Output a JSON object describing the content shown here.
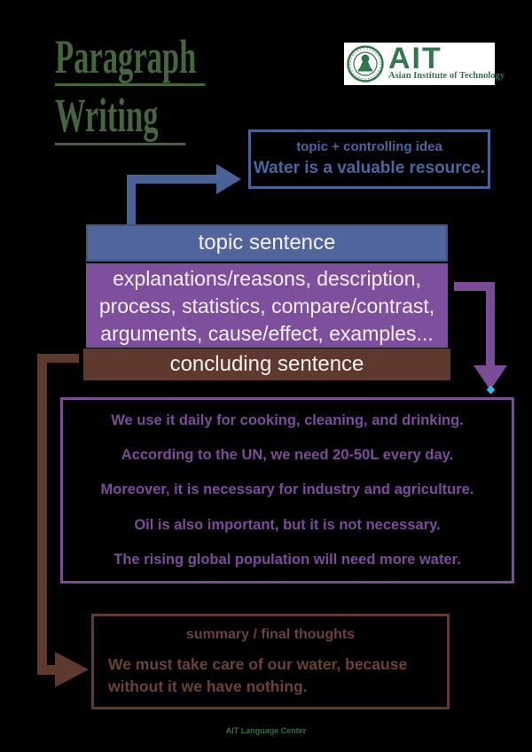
{
  "title": {
    "line1": "Paragraph",
    "line2": "Writing"
  },
  "logo": {
    "acronym": "AIT",
    "full_name": "Asian Institute of Technology"
  },
  "idea_box": {
    "heading": "topic + controlling idea",
    "sentence": "Water is a valuable resource."
  },
  "structure": {
    "topic_label": "topic sentence",
    "support_label": "explanations/reasons, description, process, statistics, compare/contrast, arguments, cause/effect, examples...",
    "concluding_label": "concluding sentence"
  },
  "examples": {
    "lines": [
      "We use it daily for cooking, cleaning, and drinking.",
      "According to the UN, we need 20-50L every day.",
      "Moreover, it is necessary for industry and agriculture.",
      "Oil is also important, but it is not necessary.",
      "The rising global population will need more water."
    ]
  },
  "summary_box": {
    "heading": "summary  /  final thoughts",
    "body": "We must take care of our water, because without it we have nothing."
  },
  "footer": {
    "text": "AIT Language Center"
  },
  "colors": {
    "background": "#000000",
    "title_green": "#44663c",
    "blue": "#4a6396",
    "blue_fill": "#50659b",
    "purple": "#7b4c96",
    "purple_fill": "#7e4f9c",
    "brown": "#5d392e",
    "brown_fill": "#5e392e",
    "ait_green": "#35774c",
    "cyan_artifact": "#35b8e8",
    "white_text": "#f3f1ee"
  }
}
